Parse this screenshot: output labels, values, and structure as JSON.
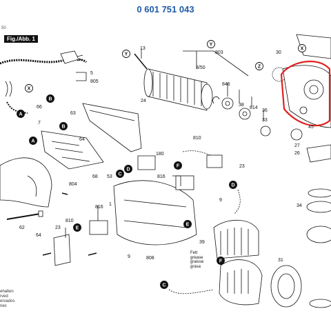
{
  "header": {
    "part_number": "0 601 751 043",
    "figure_tag": "Fig./Abb. 1",
    "corner_text": "50",
    "copyright_lines": [
      "ehalten",
      "rved",
      "ervados",
      "nes"
    ]
  },
  "callouts": [
    {
      "text": "13"
    },
    {
      "text": "803"
    },
    {
      "text": "3/50"
    },
    {
      "text": "846"
    },
    {
      "text": "38"
    },
    {
      "text": "814"
    },
    {
      "text": "36"
    },
    {
      "text": "33"
    },
    {
      "text": "30"
    },
    {
      "text": "5"
    },
    {
      "text": "805"
    },
    {
      "text": "66"
    },
    {
      "text": "7"
    },
    {
      "text": "63"
    },
    {
      "text": "24"
    },
    {
      "text": "64"
    },
    {
      "text": "810"
    },
    {
      "text": "180"
    },
    {
      "text": "23"
    },
    {
      "text": "816"
    },
    {
      "text": "804"
    },
    {
      "text": "68"
    },
    {
      "text": "53"
    },
    {
      "text": "9"
    },
    {
      "text": "1"
    },
    {
      "text": "62"
    },
    {
      "text": "816"
    },
    {
      "text": "23"
    },
    {
      "text": "810"
    },
    {
      "text": "64"
    },
    {
      "text": "9"
    },
    {
      "text": "808"
    },
    {
      "text": "39"
    },
    {
      "text": "31"
    },
    {
      "text": "34"
    },
    {
      "text": "27"
    },
    {
      "text": "26"
    },
    {
      "text": "45"
    }
  ],
  "circle_letters": [
    {
      "text": "Y",
      "kind": "open"
    },
    {
      "text": "X",
      "kind": "open"
    },
    {
      "text": "Z",
      "kind": "open"
    },
    {
      "text": "Y",
      "kind": "open"
    },
    {
      "text": "X",
      "kind": "open"
    },
    {
      "text": "A",
      "kind": "filled"
    },
    {
      "text": "B",
      "kind": "filled"
    },
    {
      "text": "B",
      "kind": "filled"
    },
    {
      "text": "A",
      "kind": "filled"
    },
    {
      "text": "C",
      "kind": "filled"
    },
    {
      "text": "D",
      "kind": "filled"
    },
    {
      "text": "F",
      "kind": "filled"
    },
    {
      "text": "D",
      "kind": "filled"
    },
    {
      "text": "E",
      "kind": "filled"
    },
    {
      "text": "E",
      "kind": "filled"
    },
    {
      "text": "F",
      "kind": "filled"
    },
    {
      "text": "C",
      "kind": "filled"
    }
  ],
  "notes": {
    "grease_lines": [
      "Fett",
      "grease",
      "graisse",
      "grasa"
    ]
  },
  "highlight": {
    "color": "#e02020"
  },
  "colors": {
    "title_blue": "#1f5aa6",
    "ink": "#111111"
  }
}
